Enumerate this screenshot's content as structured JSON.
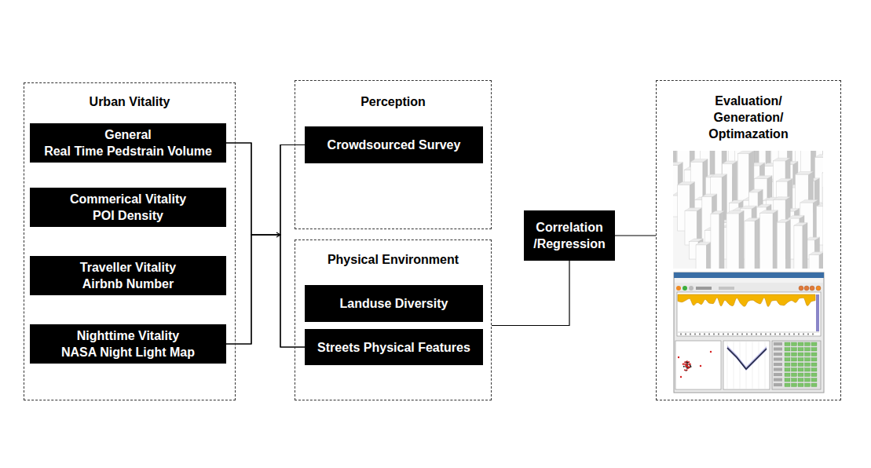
{
  "diagram": {
    "nodes": [
      {
        "text": [
          "Urban Vitality"
        ]
      },
      {
        "text": [
          "General",
          "Real Time Pedstrain Volume"
        ],
        "in": 0
      },
      {
        "text": [
          "Commerical Vitality",
          "POI Density"
        ],
        "in": 0
      },
      {
        "text": [
          "Traveller Vitality",
          "Airbnb Number"
        ],
        "in": 0
      },
      {
        "text": [
          "Nighttime Vitality",
          "NASA Night Light Map"
        ],
        "in": 0
      },
      {
        "text": [
          "Perception"
        ]
      },
      {
        "text": [
          "Crowdsourced Survey"
        ],
        "in": 5
      },
      {
        "text": [
          "Physical Environment"
        ]
      },
      {
        "text": [
          "Landuse Diversity"
        ],
        "in": 7
      },
      {
        "text": [
          "Streets Physical Features"
        ],
        "in": 7
      },
      {
        "text": [
          "Correlation /Regression"
        ]
      },
      {
        "text": [
          "Evaluation/ Generation/ Optimazation"
        ]
      }
    ],
    "edges": [
      {
        "from": 1,
        "to": 6,
        "arrow": "none"
      },
      {
        "from": 1,
        "to": 9,
        "arrow": "none"
      },
      {
        "from": 4,
        "to": 6,
        "arrow": "none"
      },
      {
        "from": 4,
        "to": 9,
        "arrow": "none"
      },
      {
        "from": 7,
        "to": 10,
        "arrow": "none"
      },
      {
        "from": 10,
        "to": 11,
        "arrow": "none"
      }
    ]
  }
}
